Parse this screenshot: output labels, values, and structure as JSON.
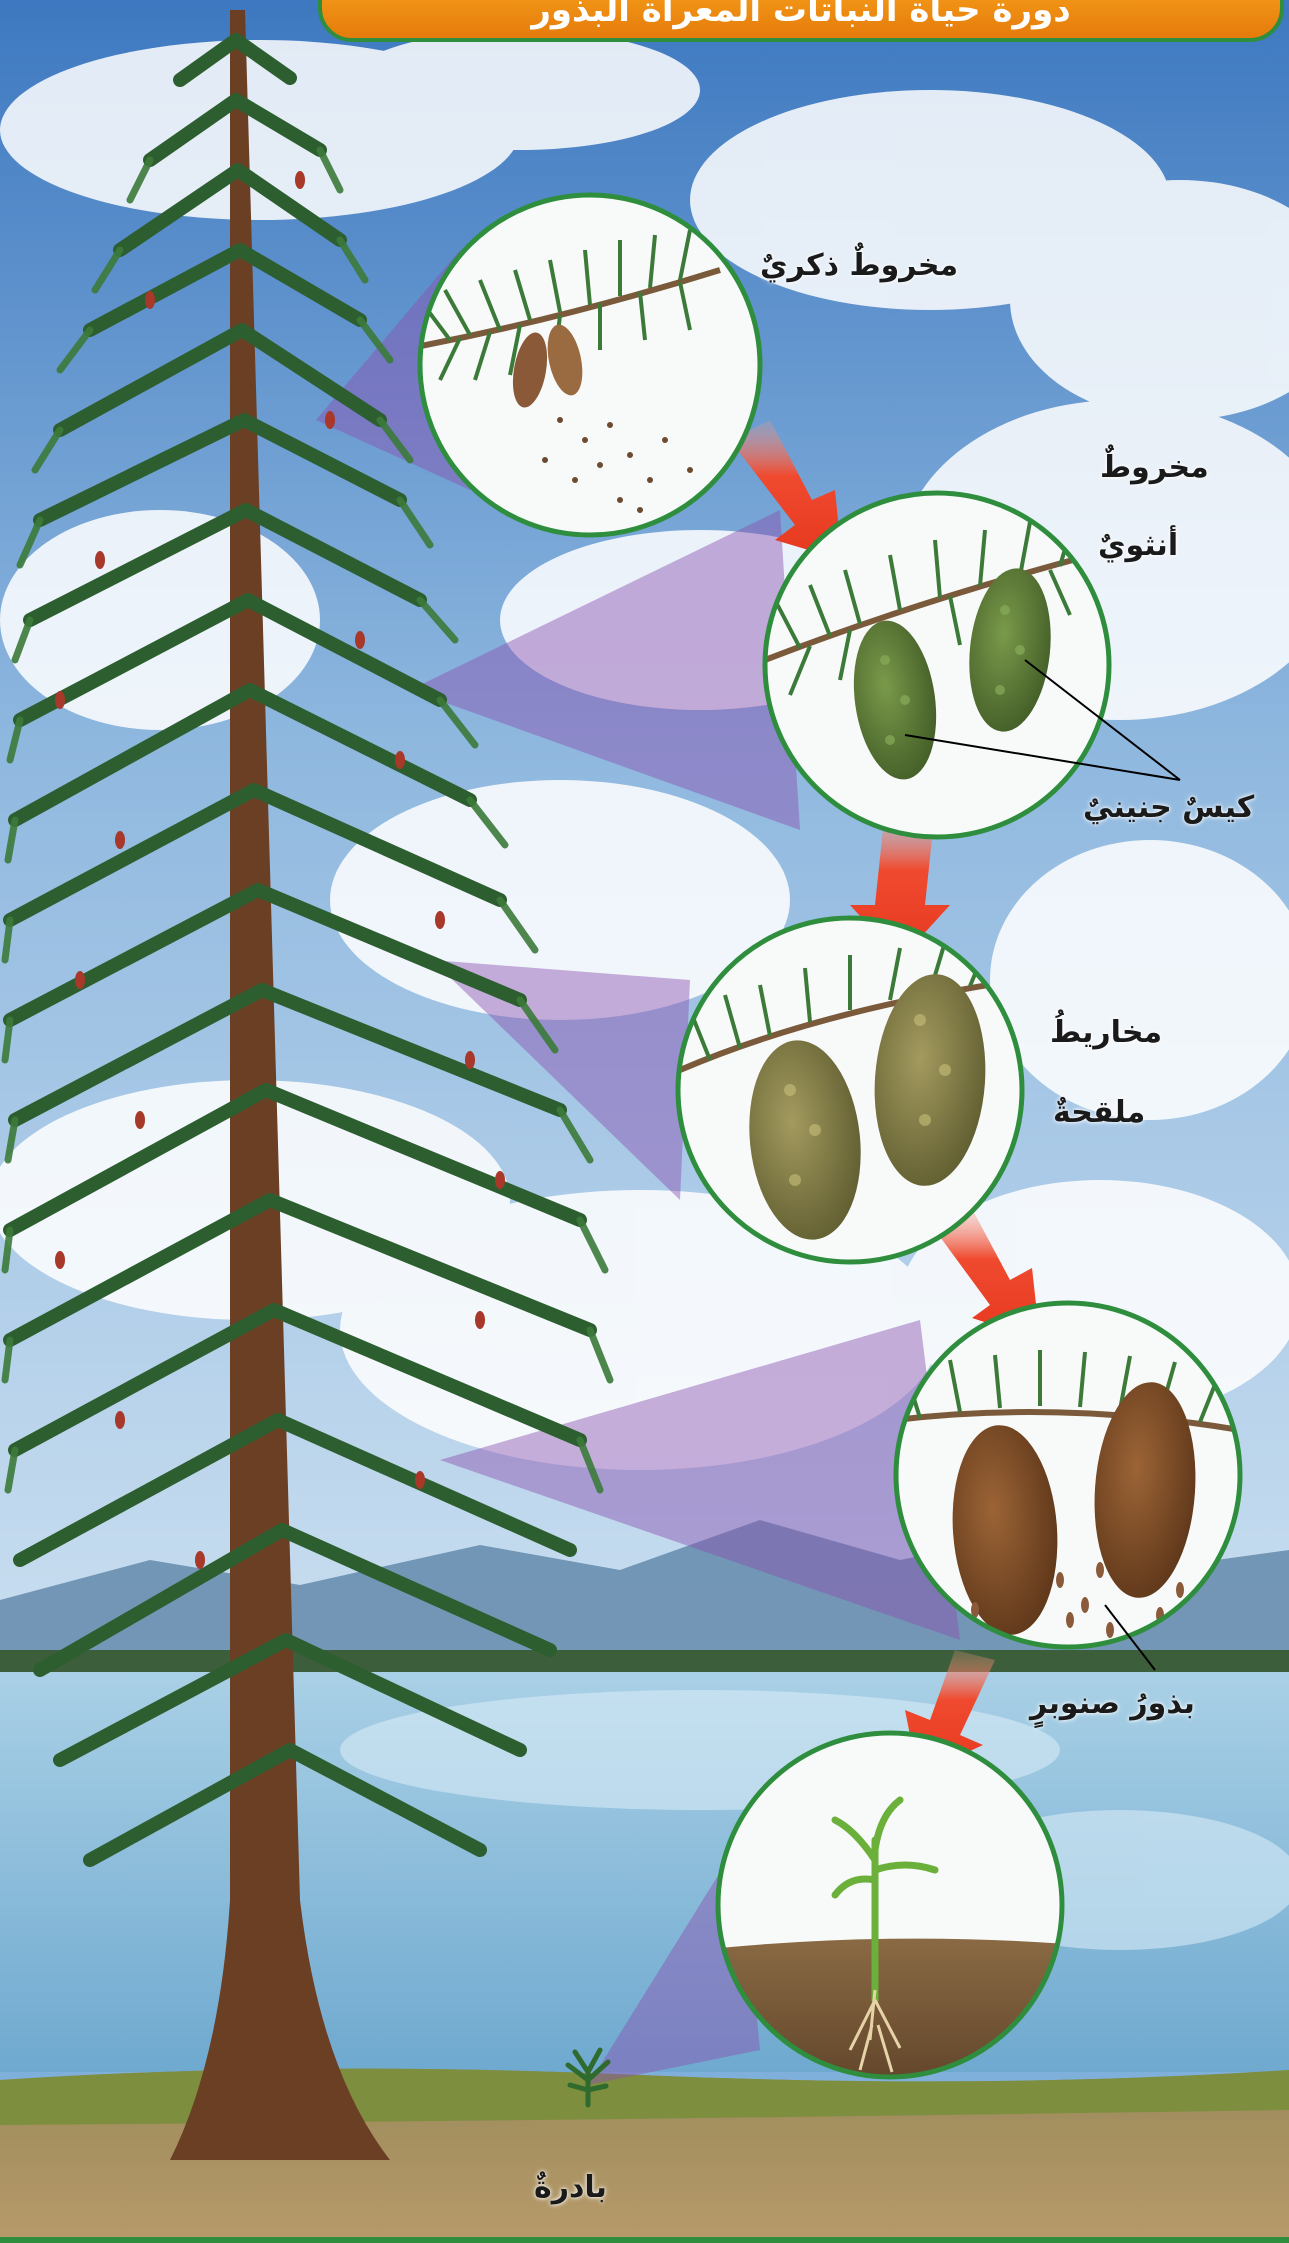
{
  "title": "دورة حياة النباتات المعراة البذور",
  "labels": {
    "male_cone": "مخروطٌ ذكريٌ",
    "female_cone_line1": "مخروطٌ",
    "female_cone_line2": "أنثويٌ",
    "embryo_sac": "كيسٌ جنينيٌ",
    "fertilized_cones_line1": "مخاريطُ",
    "fertilized_cones_line2": "ملقحةٌ",
    "pine_seeds": "بذورُ صنوبرٍ",
    "seedling": "بادرةٌ"
  },
  "colors": {
    "ring": "#2f8e3e",
    "arrow": "#ef4a2f",
    "beam": "#8a4fb0",
    "banner": "#f39a1a",
    "foliage": "#2d5e2f",
    "trunk": "#6b3f24"
  }
}
